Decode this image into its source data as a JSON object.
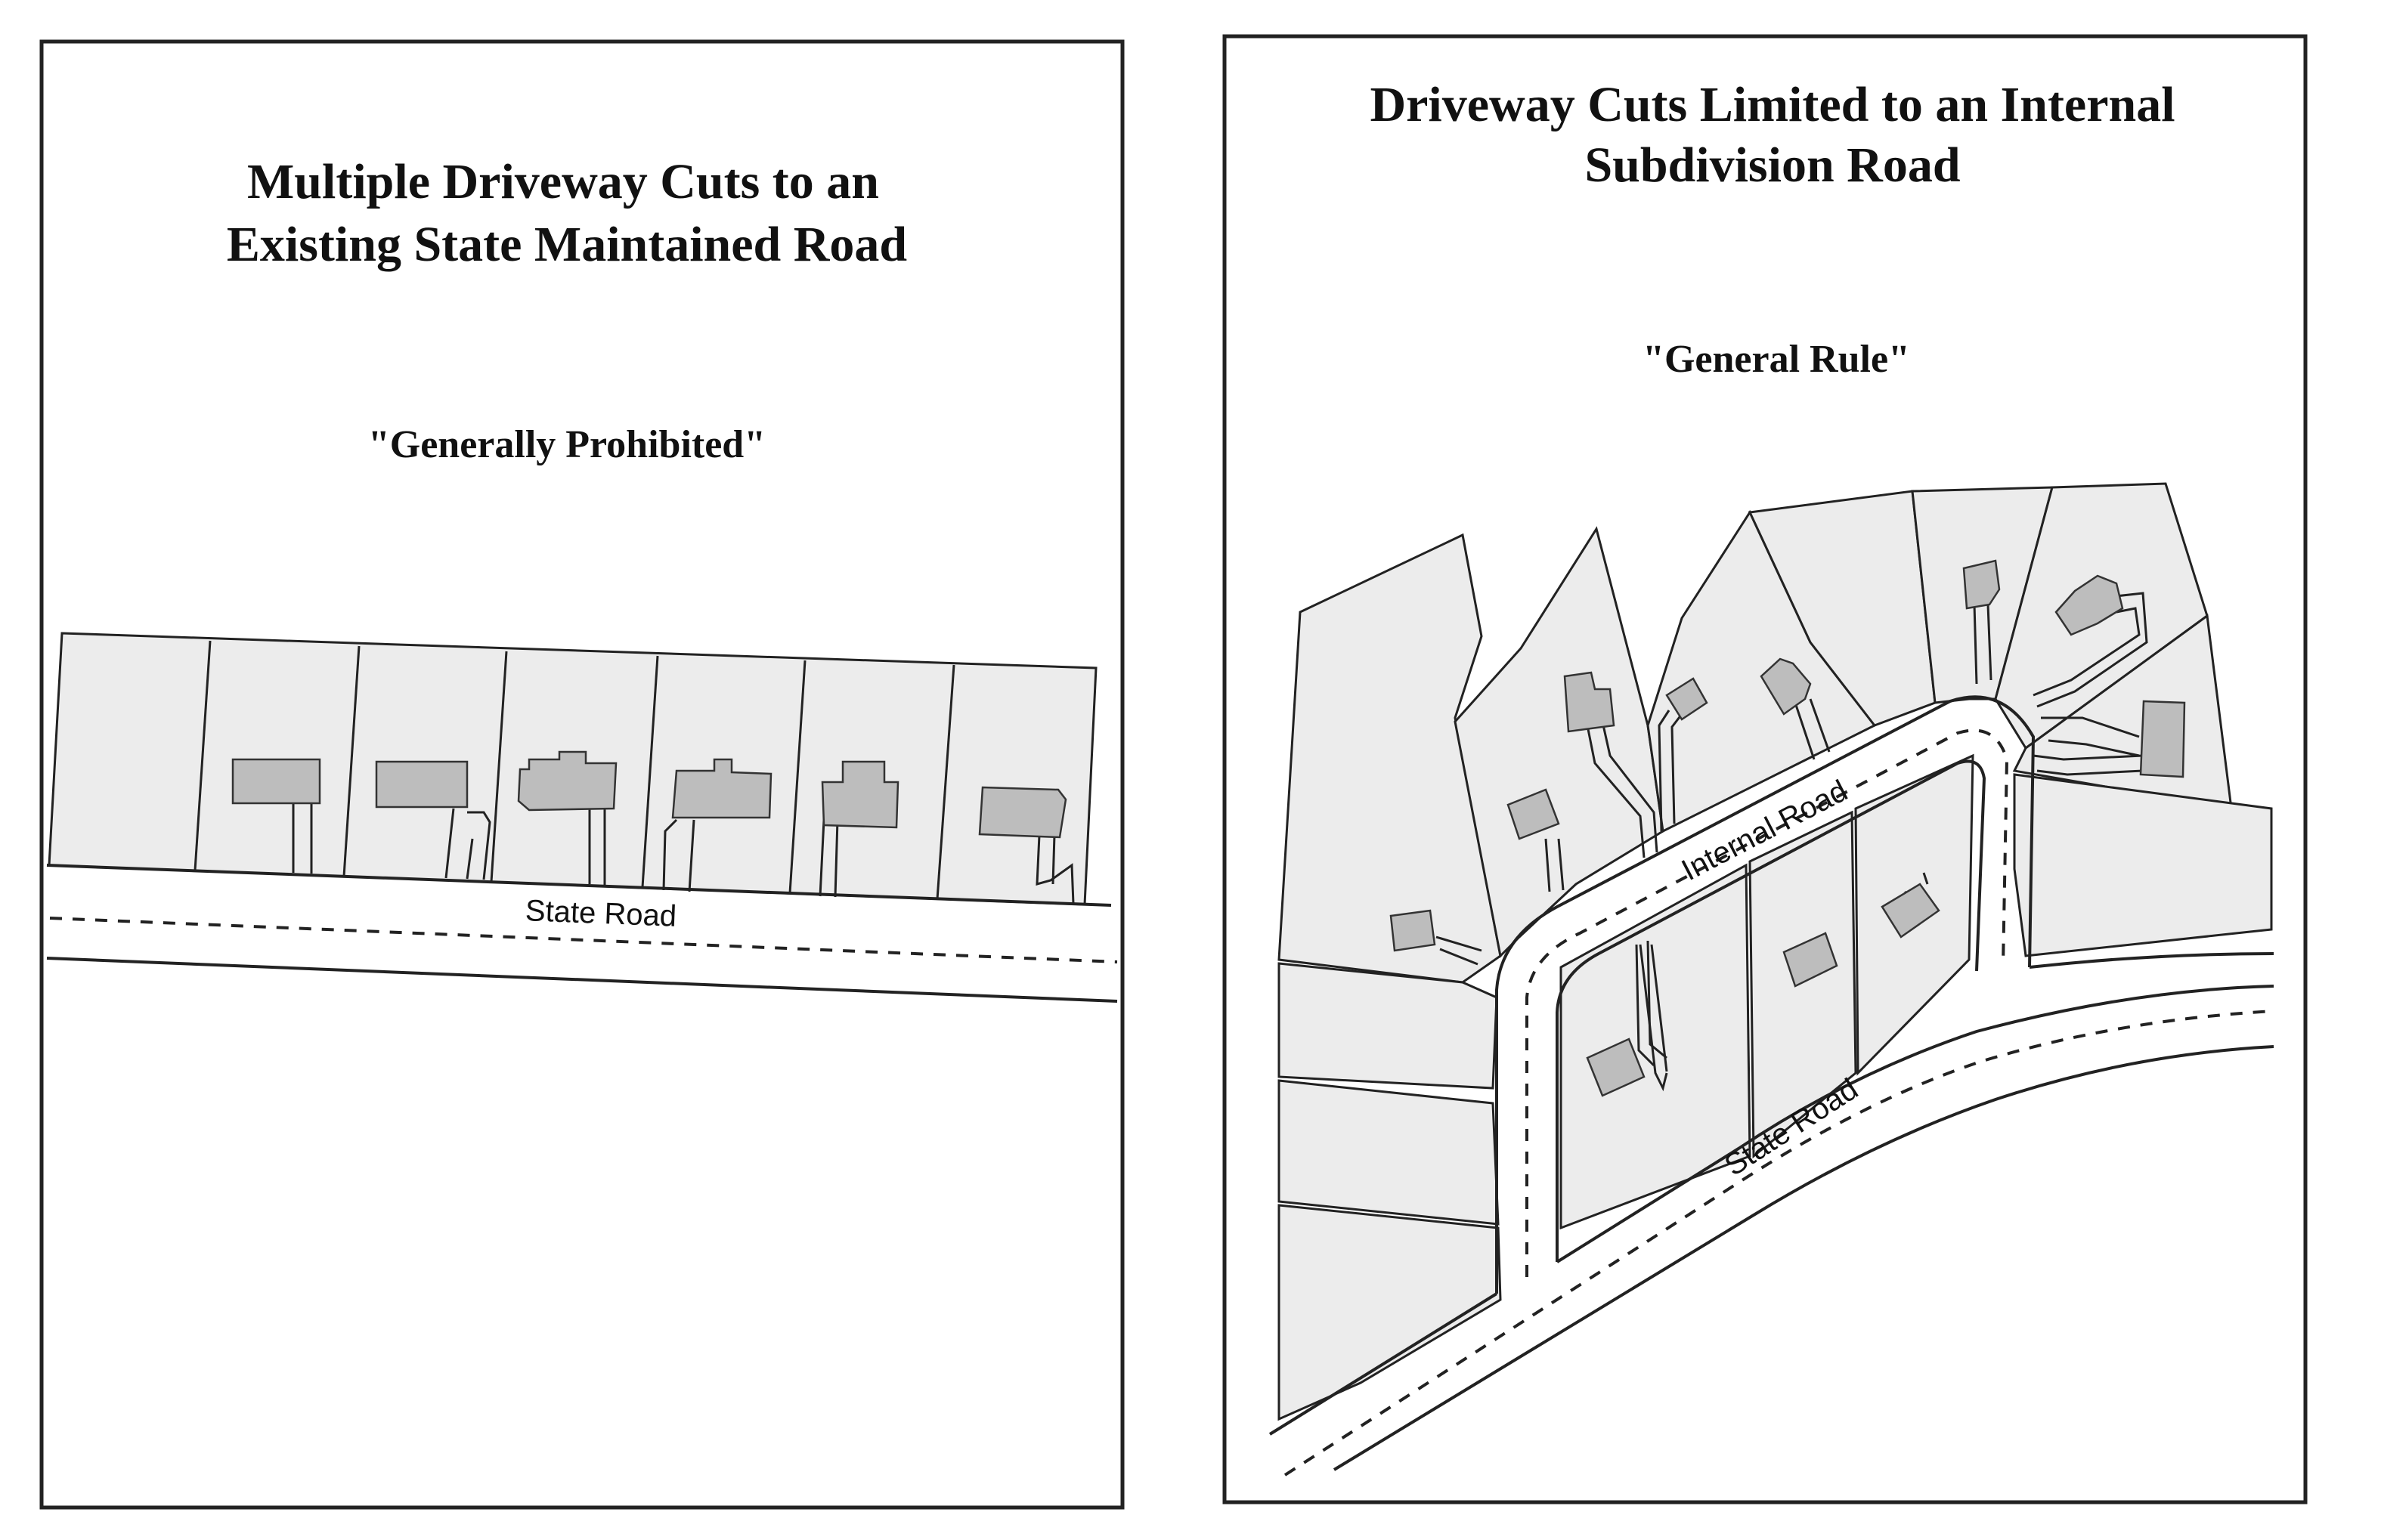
{
  "left_panel": {
    "title_line1": "Multiple Driveway Cuts to an",
    "title_line2": "Existing State Maintained Road",
    "subtitle": "\"Generally Prohibited\"",
    "road_label": "State Road"
  },
  "right_panel": {
    "title_line1": "Driveway Cuts Limited to an Internal",
    "title_line2": "Subdivision Road",
    "subtitle": "\"General Rule\"",
    "internal_road_label": "Internal Road",
    "state_road_label": "State Road"
  }
}
